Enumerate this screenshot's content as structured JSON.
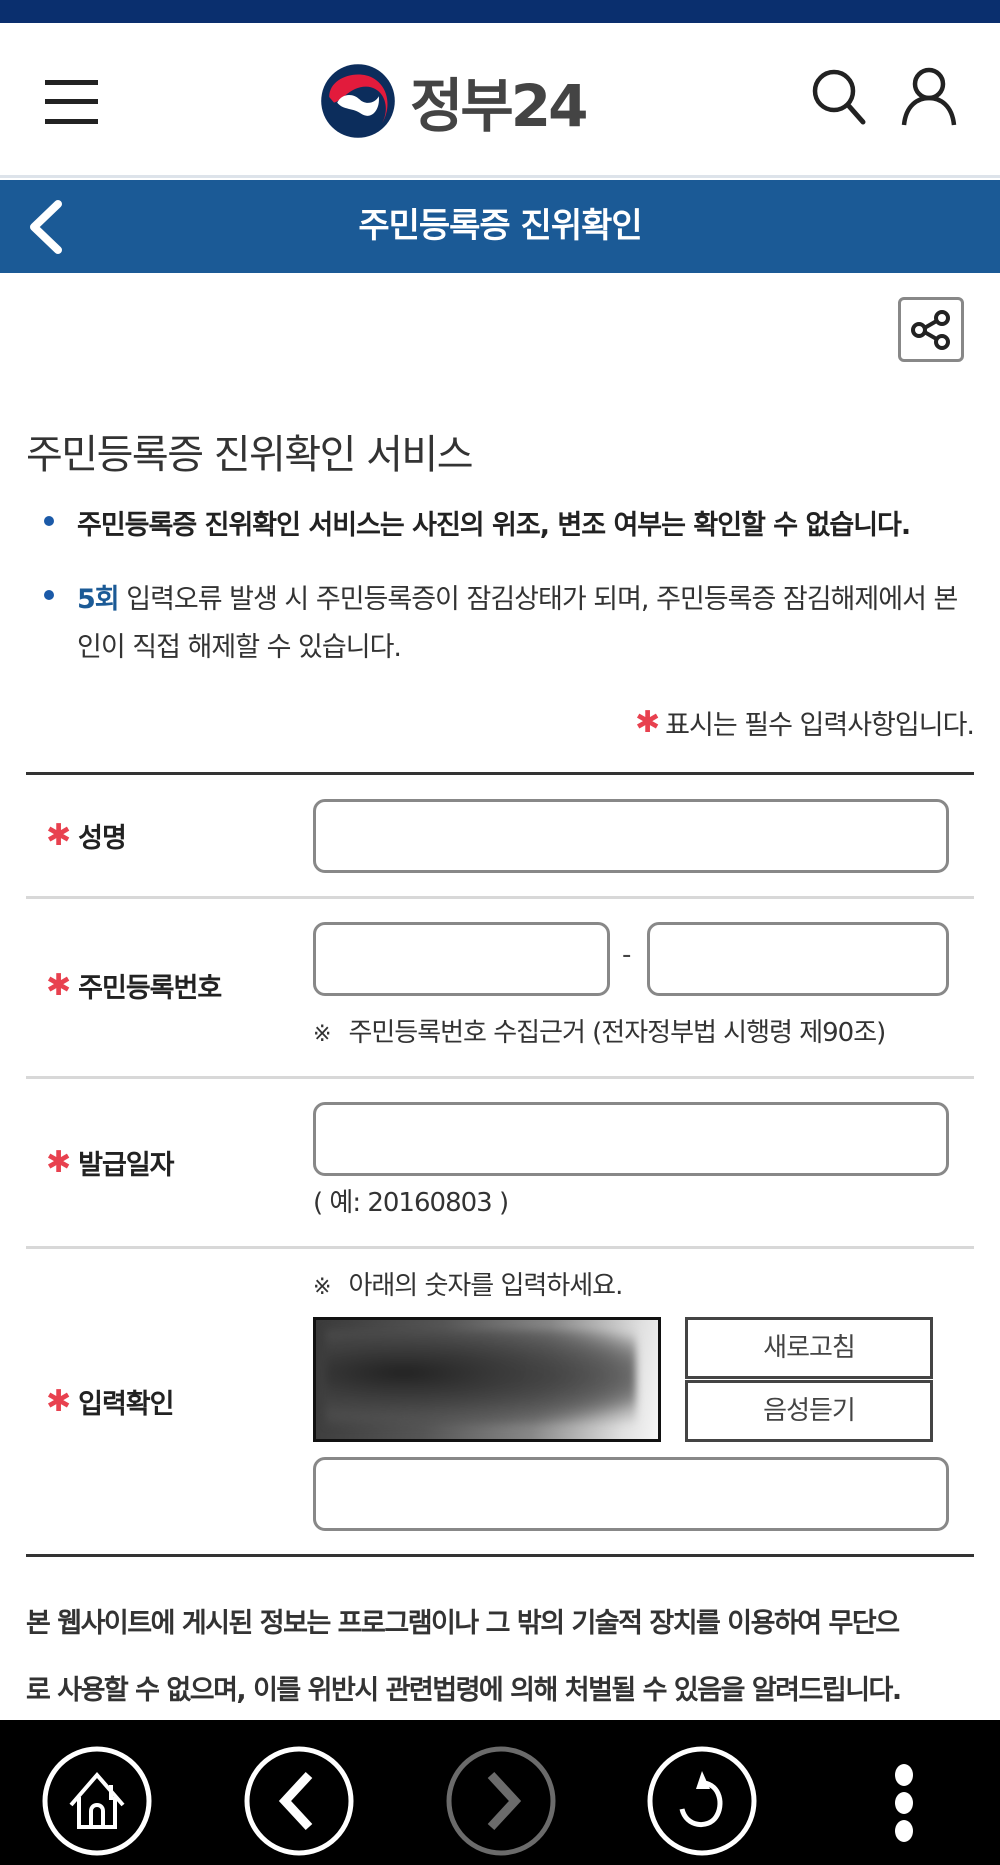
{
  "header": {
    "logo_text": "정부24",
    "menu_icon": "hamburger-menu-icon",
    "search_icon": "search-icon",
    "user_icon": "user-icon"
  },
  "title_bar": {
    "title": "주민등록증 진위확인",
    "back_icon": "chevron-left-icon"
  },
  "share": {
    "icon": "share-icon"
  },
  "page": {
    "heading": "주민등록증 진위확인 서비스",
    "bullets": [
      {
        "text": "주민등록증 진위확인 서비스는 사진의 위조, 변조 여부는 확인할 수 없습니다."
      },
      {
        "highlight": "5회",
        "text": " 입력오류 발생 시 주민등록증이 잠김상태가 되며, 주민등록증 잠김해제에서 본인이 직접 해제할 수 있습니다."
      }
    ],
    "required_note": "표시는 필수 입력사항입니다.",
    "required_mark": "✱"
  },
  "form": {
    "name": {
      "label": "성명",
      "value": "",
      "placeholder": ""
    },
    "rrn": {
      "label": "주민등록번호",
      "front_value": "",
      "back_value": "",
      "separator": "-",
      "note_mark": "※",
      "note": "주민등록번호 수집근거 (전자정부법 시행령 제90조)"
    },
    "issue_date": {
      "label": "발급일자",
      "value": "",
      "hint": "( 예: 20160803 )"
    },
    "captcha": {
      "label": "입력확인",
      "note_mark": "※",
      "note": "아래의 숫자를 입력하세요.",
      "refresh_label": "새로고침",
      "audio_label": "음성듣기",
      "value": ""
    }
  },
  "footer": {
    "notice_line1": "본 웹사이트에 게시된 정보는 프로그램이나 그 밖의 기술적 장치를 이용하여 무단으",
    "notice_line2": "로 사용할 수 없으며, 이를 위반시 관련법령에 의해 처벌될 수 있음을 알려드립니다."
  },
  "bottom_nav": {
    "items": [
      {
        "icon": "home-icon"
      },
      {
        "icon": "back-icon"
      },
      {
        "icon": "forward-icon",
        "disabled": true
      },
      {
        "icon": "refresh-icon"
      },
      {
        "icon": "more-vertical-icon"
      }
    ]
  },
  "colors": {
    "status_strip": "#0a2f6e",
    "title_bar": "#1b5a96",
    "required": "#e8414f",
    "highlight": "#1b5a96"
  }
}
